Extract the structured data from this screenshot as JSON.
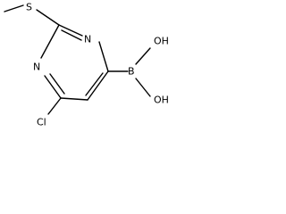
{
  "atoms": {
    "sulfur": "S",
    "n_top": "N",
    "n_left": "N",
    "chlorine": "Cl",
    "oh_top": "OH",
    "boron": "B",
    "oh_bottom": "OH"
  },
  "colors": {
    "bond": "#000000",
    "label": "#000000",
    "background": "#ffffff"
  }
}
